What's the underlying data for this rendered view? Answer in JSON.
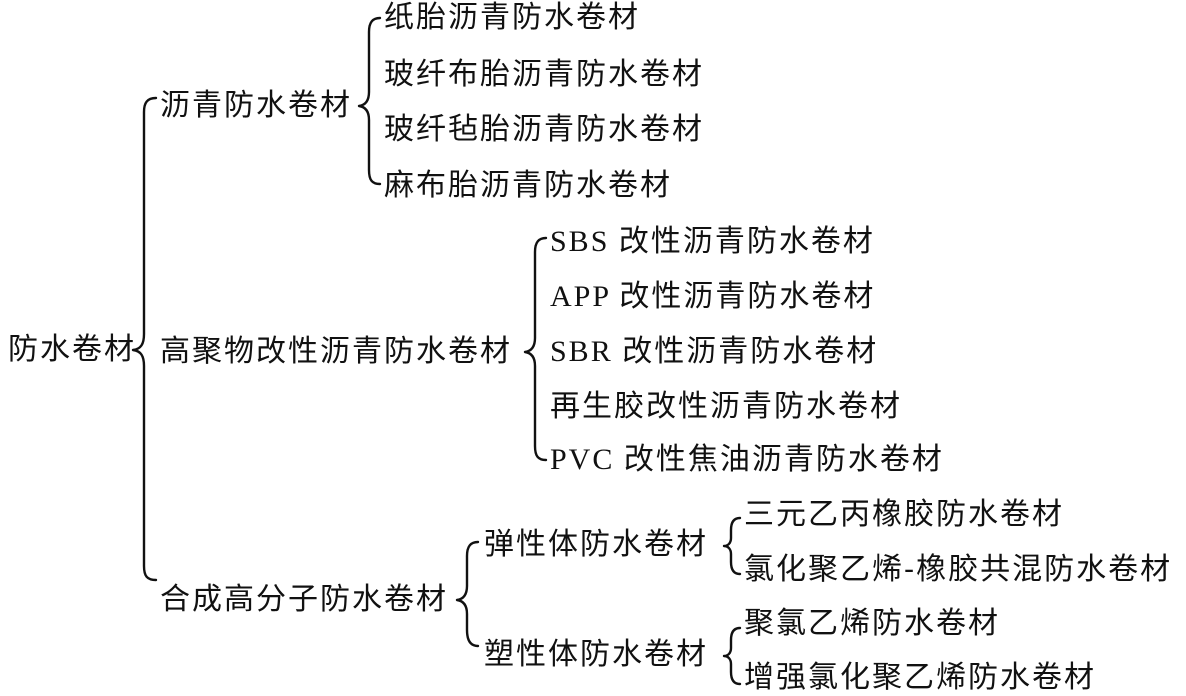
{
  "root": "防水卷材",
  "categories": [
    {
      "name": "沥青防水卷材",
      "items": [
        "纸胎沥青防水卷材",
        "玻纤布胎沥青防水卷材",
        "玻纤毡胎沥青防水卷材",
        "麻布胎沥青防水卷材"
      ]
    },
    {
      "name": "高聚物改性沥青防水卷材",
      "items": [
        "SBS 改性沥青防水卷材",
        "APP 改性沥青防水卷材",
        "SBR 改性沥青防水卷材",
        "再生胶改性沥青防水卷材",
        "PVC 改性焦油沥青防水卷材"
      ]
    },
    {
      "name": "合成高分子防水卷材",
      "subcategories": [
        {
          "name": "弹性体防水卷材",
          "items": [
            "三元乙丙橡胶防水卷材",
            "氯化聚乙烯-橡胶共混防水卷材"
          ]
        },
        {
          "name": "塑性体防水卷材",
          "items": [
            "聚氯乙烯防水卷材",
            "增强氯化聚乙烯防水卷材"
          ]
        }
      ]
    }
  ]
}
